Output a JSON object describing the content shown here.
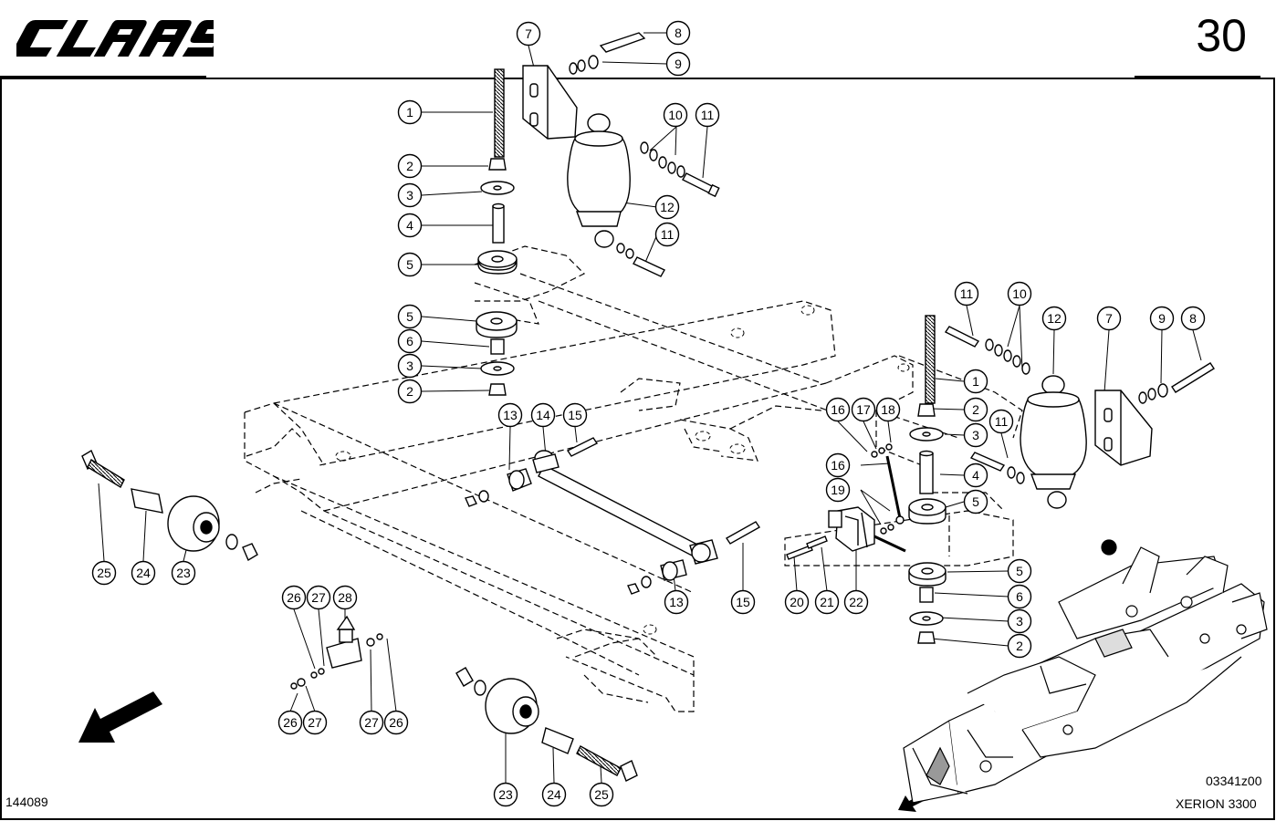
{
  "header": {
    "brand": "CLAAS",
    "page_number": "30"
  },
  "footer": {
    "drawing_id": "144089",
    "figure_code": "03341z00",
    "model": "XERION 3300"
  },
  "callouts": [
    {
      "n": "1"
    },
    {
      "n": "2"
    },
    {
      "n": "3"
    },
    {
      "n": "4"
    },
    {
      "n": "5"
    },
    {
      "n": "5"
    },
    {
      "n": "6"
    },
    {
      "n": "3"
    },
    {
      "n": "2"
    },
    {
      "n": "7"
    },
    {
      "n": "8"
    },
    {
      "n": "9"
    },
    {
      "n": "10"
    },
    {
      "n": "11"
    },
    {
      "n": "12"
    },
    {
      "n": "11"
    },
    {
      "n": "11"
    },
    {
      "n": "10"
    },
    {
      "n": "12"
    },
    {
      "n": "7"
    },
    {
      "n": "9"
    },
    {
      "n": "8"
    },
    {
      "n": "1"
    },
    {
      "n": "2"
    },
    {
      "n": "3"
    },
    {
      "n": "11"
    },
    {
      "n": "4"
    },
    {
      "n": "5"
    },
    {
      "n": "5"
    },
    {
      "n": "6"
    },
    {
      "n": "3"
    },
    {
      "n": "2"
    },
    {
      "n": "16"
    },
    {
      "n": "17"
    },
    {
      "n": "18"
    },
    {
      "n": "16"
    },
    {
      "n": "19"
    },
    {
      "n": "13"
    },
    {
      "n": "14"
    },
    {
      "n": "15"
    },
    {
      "n": "13"
    },
    {
      "n": "15"
    },
    {
      "n": "20"
    },
    {
      "n": "21"
    },
    {
      "n": "22"
    },
    {
      "n": "25"
    },
    {
      "n": "24"
    },
    {
      "n": "23"
    },
    {
      "n": "26"
    },
    {
      "n": "27"
    },
    {
      "n": "28"
    },
    {
      "n": "26"
    },
    {
      "n": "27"
    },
    {
      "n": "27"
    },
    {
      "n": "26"
    },
    {
      "n": "23"
    },
    {
      "n": "24"
    },
    {
      "n": "25"
    }
  ]
}
